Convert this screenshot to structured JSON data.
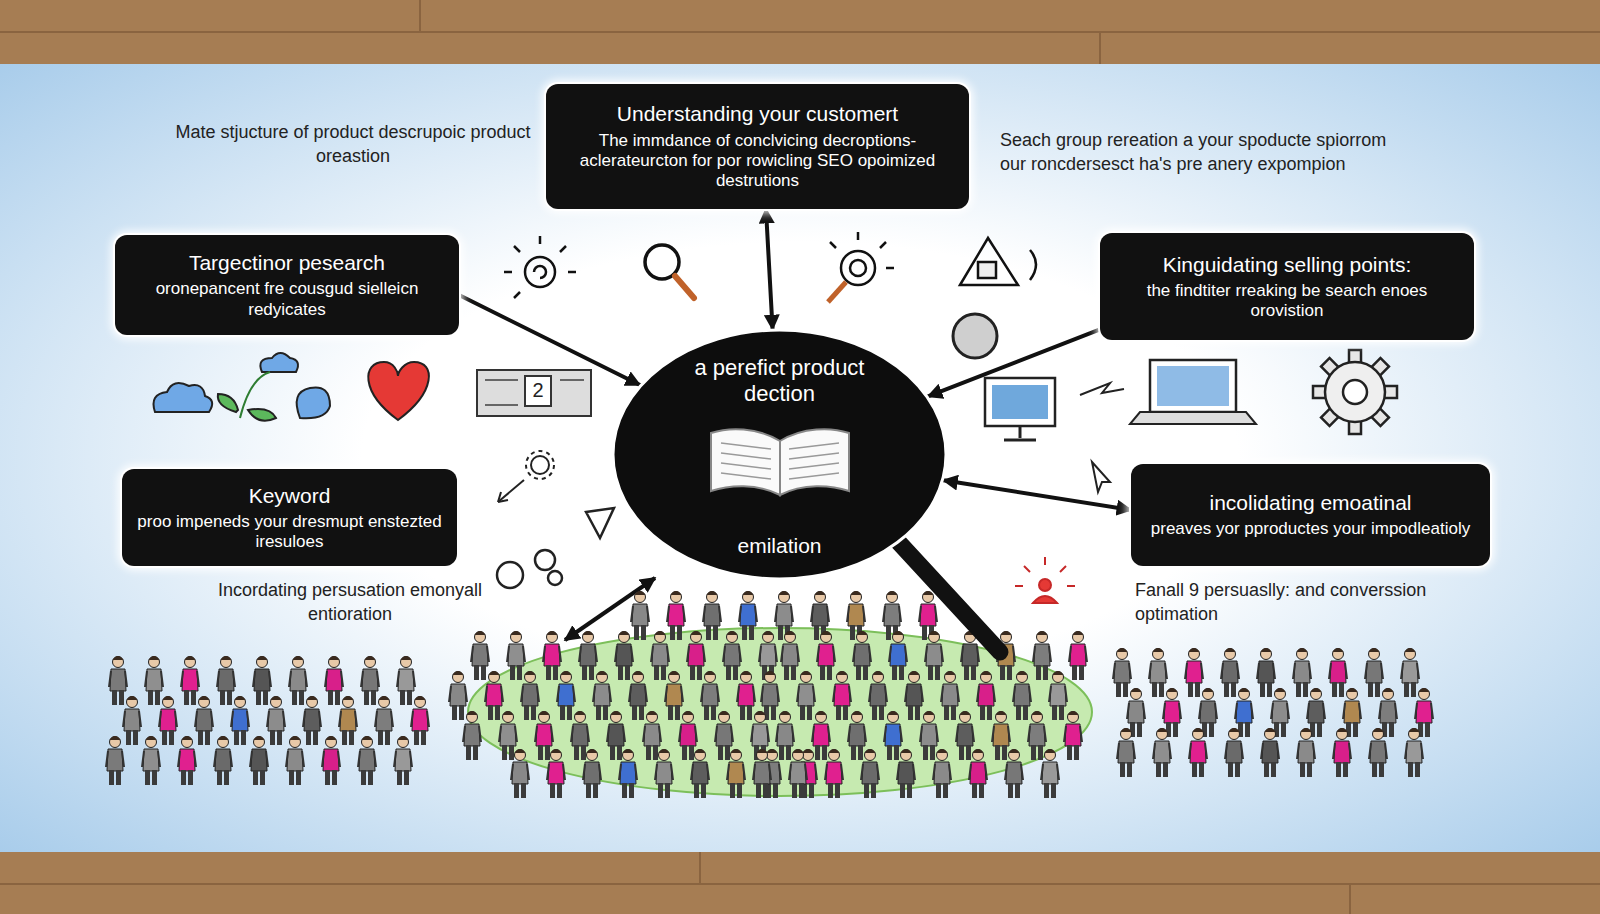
{
  "diagram": {
    "nodes": [
      {
        "text": [
          "Understanding your customert",
          "The immdance of conclvicing decroptions- aclerateurcton for por rowicling SEO opoimized destrutions"
        ]
      },
      {
        "text": [
          "Targectinor pesearch",
          "oronepancent fre cousgud sielleicn redyicates"
        ]
      },
      {
        "text": [
          "Kinguidating selling points:",
          "the findtiter rreaking be search enoes orovistion"
        ]
      },
      {
        "text": [
          "a perefict product dection",
          "emilation"
        ]
      },
      {
        "text": [
          "Keyword",
          "proo impeneds your dresmupt enstezted iresuloes"
        ]
      },
      {
        "text": [
          "incolidating emoatinal",
          "preaves yor pproductes your impodleatioly"
        ]
      }
    ],
    "edges": [
      {
        "from": 0,
        "to": 3,
        "arrow": "both"
      },
      {
        "from": 1,
        "to": 3,
        "arrow": "to"
      },
      {
        "from": 2,
        "to": 3,
        "arrow": "to"
      },
      {
        "from": 3,
        "to": 5,
        "arrow": "both"
      }
    ],
    "labels": [
      "Mate stjucture of product descrupoic product oreastion",
      "Seach group rereation a your spoducte spiorrom our roncdersesct ha's pre anery expompion",
      "2",
      "Incordating persusation emonyall entioration",
      "Fanall 9 persuaslly: and converssion optimation"
    ]
  }
}
